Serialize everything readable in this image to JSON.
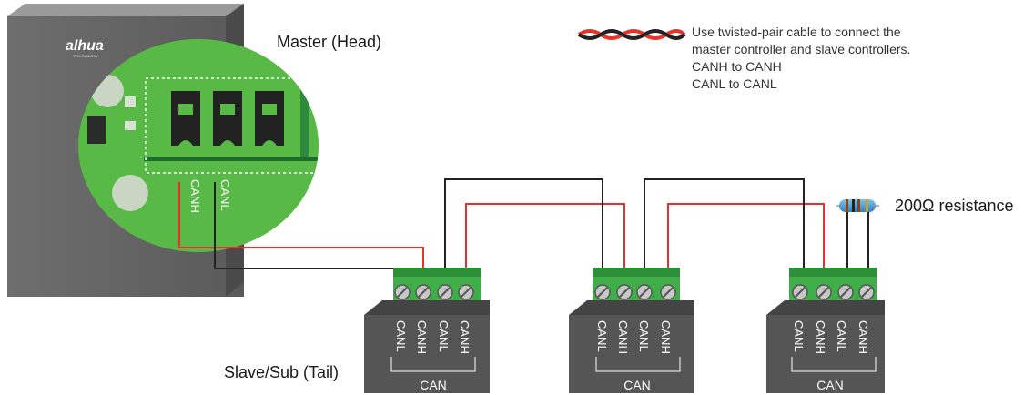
{
  "master": {
    "label": "Master (Head)",
    "brand": "alhua",
    "brand_sub": "TECHNOLOGY",
    "pin_labels": [
      "CANH",
      "CANL"
    ]
  },
  "slave": {
    "label": "Slave/Sub (Tail)"
  },
  "instructions": {
    "lines": [
      "Use twisted-pair cable to connect the",
      "master controller and slave controllers.",
      "CANH to CANH",
      "CANL to CANL"
    ]
  },
  "resistor": {
    "label": "200Ω resistance"
  },
  "connectors": [
    {
      "pins": [
        "CANL",
        "CANH",
        "CANL",
        "CANH"
      ],
      "title": "CAN"
    },
    {
      "pins": [
        "CANL",
        "CANH",
        "CANL",
        "CANH"
      ],
      "title": "CAN"
    },
    {
      "pins": [
        "CANL",
        "CANH",
        "CANL",
        "CANH"
      ],
      "title": "CAN"
    }
  ],
  "colors": {
    "canh_wire": "#e8312a",
    "canl_wire": "#222222",
    "terminal_green": "#3fae49",
    "pcb_green": "#58b947",
    "housing_gray": "#555555"
  }
}
